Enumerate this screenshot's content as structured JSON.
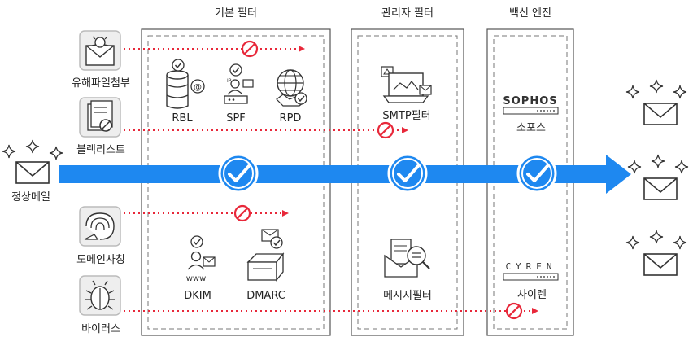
{
  "headers": {
    "basic": "기본 필터",
    "admin": "관리자 필터",
    "vaccine": "백신 엔진"
  },
  "left": {
    "attachment": "유해파일첨부",
    "blacklist": "블랙리스트",
    "normal": "정상메일",
    "phishing": "도메인사칭",
    "virus": "바이러스"
  },
  "basic_filters": {
    "rbl": "RBL",
    "spf": "SPF",
    "rpd": "RPD",
    "dkim": "DKIM",
    "dmarc": "DMARC",
    "ip_label": "IP",
    "www_label": "www"
  },
  "admin_filters": {
    "smtp": "SMTP필터",
    "message": "메시지필터"
  },
  "vaccine": {
    "sophos_logo": "SOPHOS",
    "sophos": "소포스",
    "cyren_logo": "CYREN",
    "cyren": "사이렌"
  },
  "colors": {
    "arrow": "#1e88f0",
    "blocked": "#e8283a",
    "panel_border": "#666666"
  }
}
